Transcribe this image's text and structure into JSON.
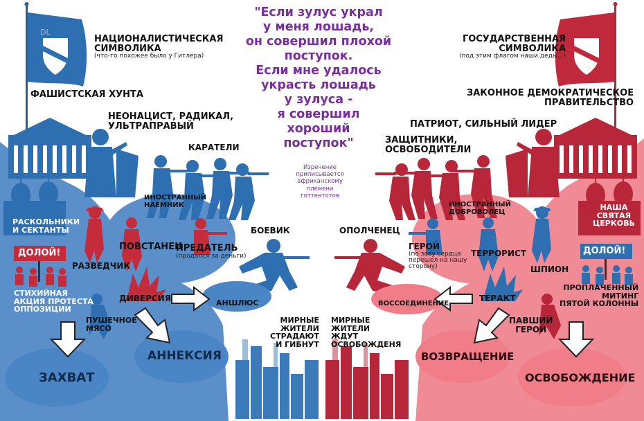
{
  "quote": {
    "line1": "\"Если зулус украл",
    "line2": "у меня лошадь,",
    "line3": "он совершил плохой",
    "line4": "поступок.",
    "line5": "Если мне удалось",
    "line6": "украсть лошадь",
    "line7": "у зулуса -",
    "line8": "я совершил",
    "line9": "хороший",
    "line10": "поступок\"",
    "attribution_1": "Изречение",
    "attribution_2": "приписывается",
    "attribution_3": "африканскому",
    "attribution_4": "племени",
    "attribution_5": "готтентотов"
  },
  "left": {
    "flag_letters": "DL",
    "symbol_1": "НАЦИОНАЛИСТИЧЕСКАЯ",
    "symbol_2": "СИМВОЛИКА",
    "symbol_note": "(что-то похожее было у Гитлера)",
    "government": "ФАШИСТСКАЯ ХУНТА",
    "leader_1": "НЕОНАЦИСТ, РАДИКАЛ,",
    "leader_2": "УЛЬТРАПРАВЫЙ",
    "troops": "КАРАТЕЛИ",
    "mercenary_1": "ИНОСТРАННЫЙ",
    "mercenary_2": "НАЕМНИК",
    "church_1": "РАСКОЛЬНИКИ",
    "church_2": "И СЕКТАНТЫ",
    "sign": "ДОЛОЙ!",
    "protest_1": "СТИХИЙНАЯ",
    "protest_2": "АКЦИЯ ПРОТЕСТА",
    "protest_3": "ОППОЗИЦИИ",
    "rebel": "ПОВСТАНЕЦ",
    "scout": "РАЗВЕДЧИК",
    "traitor": "ПРЕДАТЕЛЬ",
    "traitor_note": "(продался за деньги)",
    "diversion": "ДИВЕРСИЯ",
    "fighter": "БОЕВИК",
    "anschluss": "АНШЛЮС",
    "fodder_1": "ПУШЕЧНОЕ",
    "fodder_2": "МЯСО",
    "annexation": "АННЕКСИЯ",
    "capture": "ЗАХВАТ",
    "civilians_1": "МИРНЫЕ",
    "civilians_2": "ЖИТЕЛИ",
    "civilians_3": "СТРАДАЮТ",
    "civilians_4": "И ГИБНУТ"
  },
  "right": {
    "symbol_1": "ГОСУДАРСТВЕННАЯ",
    "symbol_2": "СИМВОЛИКА",
    "symbol_note": "(под этим флагом наши деды...)",
    "government_1": "ЗАКОННОЕ ДЕМОКРАТИЧЕСКОЕ",
    "government_2": "ПРАВИТЕЛЬСТВО",
    "leader": "ПАТРИОТ, СИЛЬНЫЙ ЛИДЕР",
    "troops_1": "ЗАЩИТНИКИ,",
    "troops_2": "ОСВОБОДИТЕЛИ",
    "volunteer_1": "ИНОСТРАННЫЙ",
    "volunteer_2": "ДОБРОВОЛЕЦ",
    "church_1": "НАША",
    "church_2": "СВЯТАЯ",
    "church_3": "ЦЕРКОВЬ",
    "militia": "ОПОЛЧЕНЕЦ",
    "hero": "ГЕРОЙ",
    "hero_note_1": "(по зову сердца",
    "hero_note_2": "перешел на нашу",
    "hero_note_3": "сторону)",
    "terrorist": "ТЕРРОРИСТ",
    "spy": "ШПИОН",
    "sign": "ДОЛОЙ!",
    "rally_1": "ПРОПЛАЧЕННЫЙ",
    "rally_2": "МИТИНГ",
    "rally_3": "ПЯТОЙ КОЛОННЫ",
    "reunion": "ВОССОЕДИНЕНИЕ",
    "terror_act": "ТЕРАКТ",
    "fallen_1": "ПАВШИЙ",
    "fallen_2": "ГЕРОЙ",
    "return": "ВОЗВРАЩЕНИЕ",
    "liberation": "ОСВОБОЖДЕНИЕ",
    "civilians_1": "МИРНЫЕ",
    "civilians_2": "ЖИТЕЛИ",
    "civilians_3": "ЖДУТ",
    "civilians_4": "ОСВОБОЖДЕНЯ"
  },
  "colors": {
    "blue": "#4a86c5",
    "blue_dark": "#2d5f93",
    "red": "#b8263a",
    "pink": "#f07d88",
    "purple": "#7a2d9e"
  }
}
